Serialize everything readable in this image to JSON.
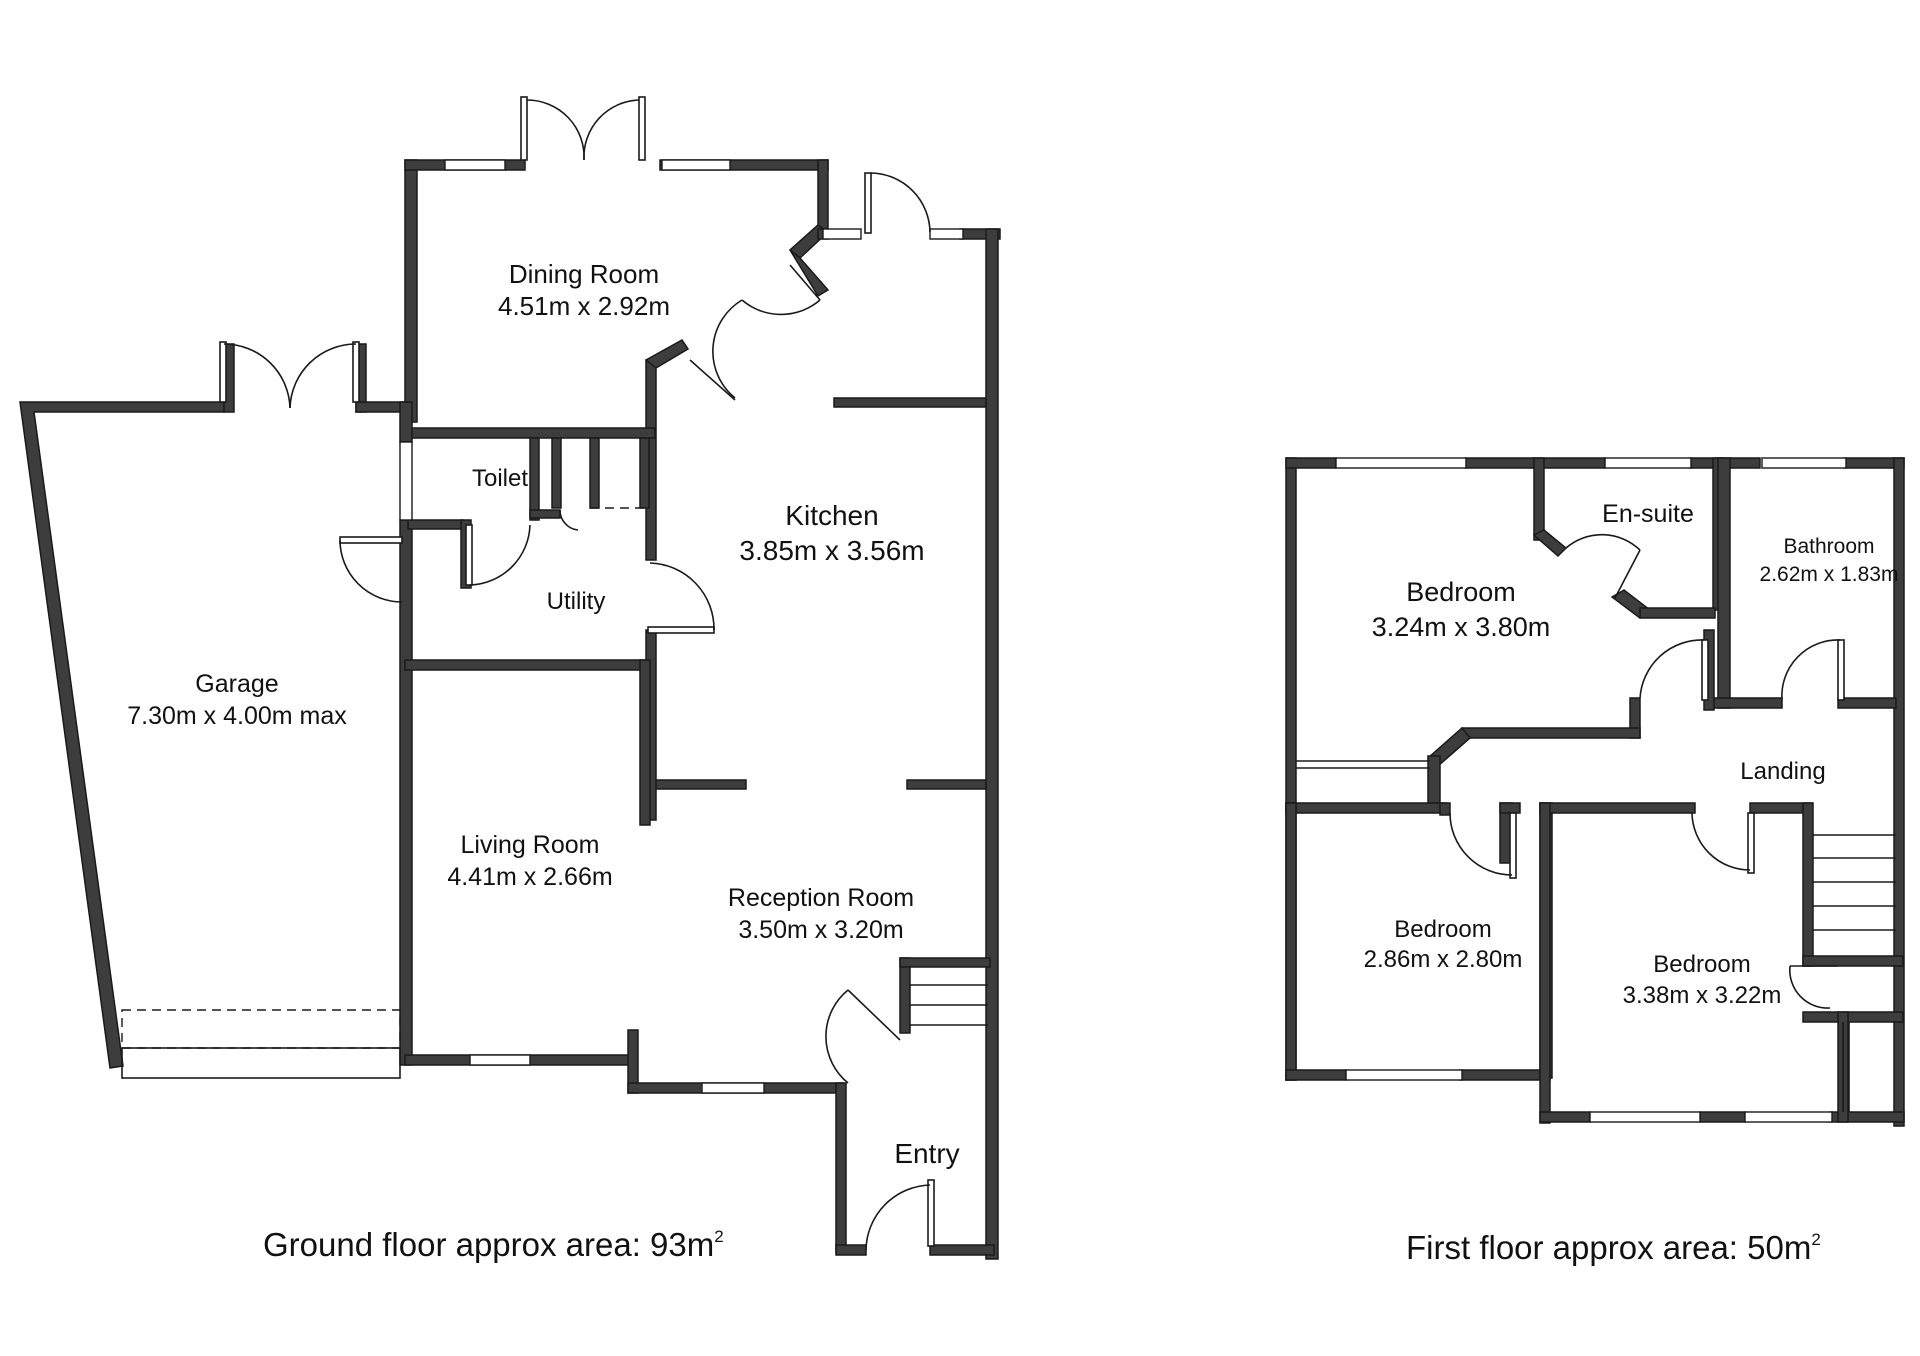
{
  "ground_floor": {
    "rooms": [
      {
        "name": "Dining Room",
        "size": "4.51m x 2.92m"
      },
      {
        "name": "Kitchen",
        "size": "3.85m x 3.56m"
      },
      {
        "name": "Toilet",
        "size": ""
      },
      {
        "name": "Utility",
        "size": ""
      },
      {
        "name": "Garage",
        "size": "7.30m x 4.00m max"
      },
      {
        "name": "Living Room",
        "size": "4.41m x 2.66m"
      },
      {
        "name": "Reception Room",
        "size": "3.50m x 3.20m"
      },
      {
        "name": "Entry",
        "size": ""
      }
    ],
    "area_text": "Ground floor approx area: 93m",
    "area_sup": "2"
  },
  "first_floor": {
    "rooms": [
      {
        "name": "Bedroom",
        "size": "3.24m x 3.80m"
      },
      {
        "name": "En-suite",
        "size": ""
      },
      {
        "name": "Bathroom",
        "size": "2.62m x 1.83m"
      },
      {
        "name": "Landing",
        "size": ""
      },
      {
        "name": "Bedroom",
        "size": "2.86m x 2.80m"
      },
      {
        "name": "Bedroom",
        "size": "3.38m x 3.22m"
      }
    ],
    "area_text": "First floor approx area: 50m",
    "area_sup": "2"
  },
  "colors": {
    "wall": "#3d3d3d",
    "line": "#1a1a1a",
    "background": "#ffffff"
  }
}
